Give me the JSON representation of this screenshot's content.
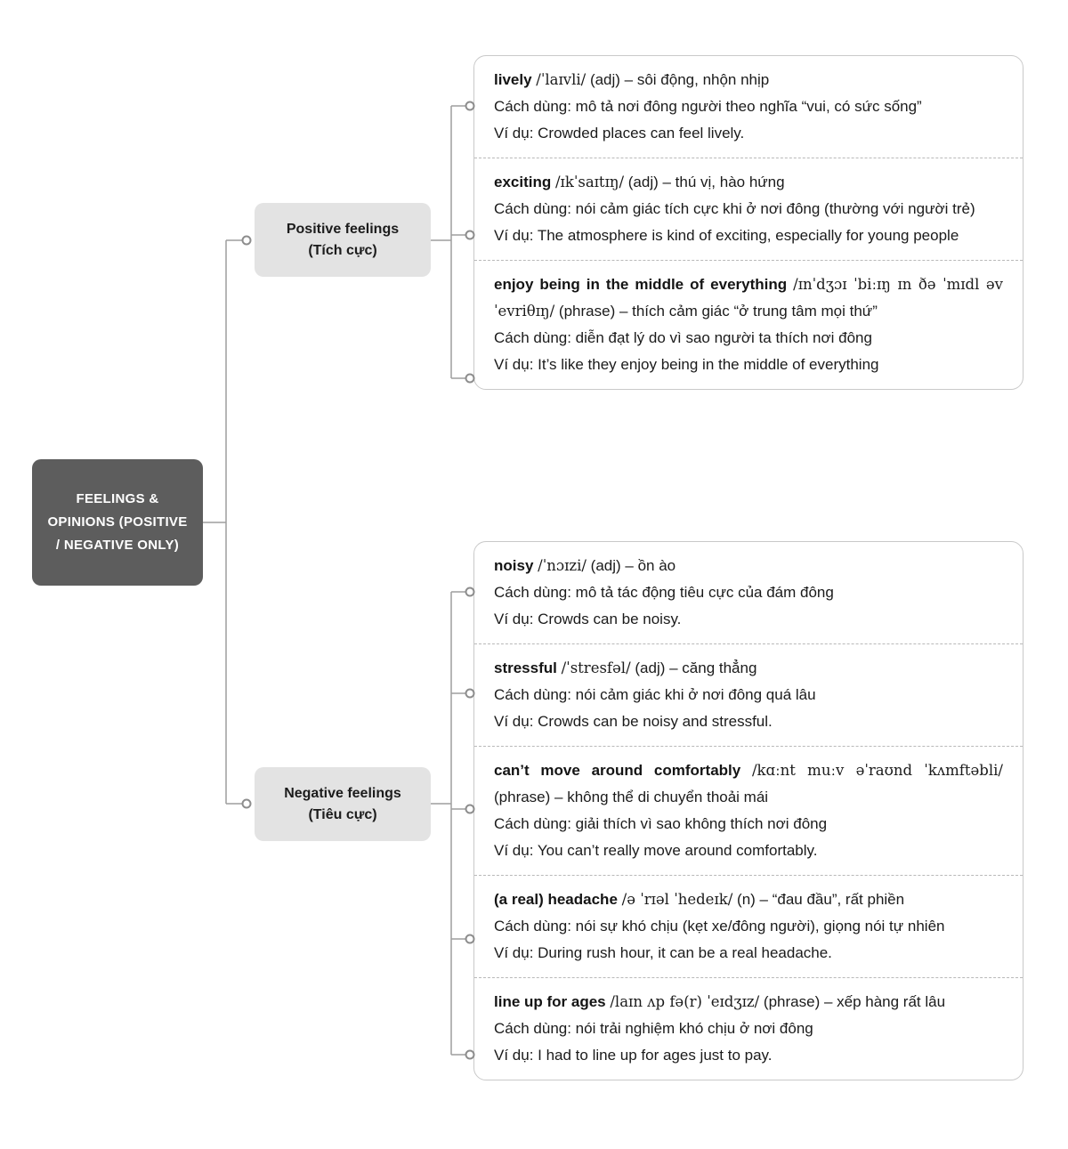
{
  "root": {
    "title": "FEELINGS & OPINIONS (POSITIVE / NEGATIVE ONLY)"
  },
  "branches": {
    "positive": {
      "label": "Positive feelings",
      "sub": "(Tích cực)"
    },
    "negative": {
      "label": "Negative feelings",
      "sub": "(Tiêu cực)"
    }
  },
  "panels": {
    "positive": {
      "entries": [
        {
          "term": "lively",
          "ipa": "/ˈlaɪvli/",
          "gram": "(adj) – sôi động, nhộn nhịp",
          "usage": "Cách dùng: mô tả nơi đông người theo nghĩa “vui, có sức sống”",
          "example": "Ví dụ: Crowded places can feel lively."
        },
        {
          "term": "exciting",
          "ipa": "/ɪkˈsaɪtɪŋ/",
          "gram": "(adj) – thú vị, hào hứng",
          "usage": "Cách dùng: nói cảm giác tích cực khi ở nơi đông (thường với người trẻ)",
          "example": "Ví dụ: The atmosphere is kind of exciting, especially for young people"
        },
        {
          "term": "enjoy being in the middle of everything",
          "ipa": "/ɪnˈdʒɔɪ ˈbiːɪŋ ɪn ðə ˈmɪdl əv ˈevriθɪŋ/",
          "gram": "(phrase) – thích cảm giác “ở trung tâm mọi thứ”",
          "usage": "Cách dùng: diễn đạt lý do vì sao người ta thích nơi đông",
          "example": "Ví dụ: It’s like they enjoy being in the middle of everything"
        }
      ]
    },
    "negative": {
      "entries": [
        {
          "term": "noisy",
          "ipa": "/ˈnɔɪzi/",
          "gram": "(adj) – ồn ào",
          "usage": "Cách dùng: mô tả tác động tiêu cực của đám đông",
          "example": "Ví dụ: Crowds can be noisy."
        },
        {
          "term": "stressful",
          "ipa": "/ˈstresfəl/",
          "gram": "(adj) – căng thẳng",
          "usage": "Cách dùng: nói cảm giác khi ở nơi đông quá lâu",
          "example": "Ví dụ: Crowds can be noisy and stressful."
        },
        {
          "term": "can’t move around comfortably",
          "ipa": "/kɑːnt muːv əˈraʊnd ˈkʌmftəbli/",
          "gram": "(phrase) – không thể di chuyển thoải mái",
          "usage": "Cách dùng: giải thích vì sao không thích nơi đông",
          "example": "Ví dụ: You can’t really move around comfortably."
        },
        {
          "term": "(a real) headache",
          "ipa": "/ə ˈrɪəl ˈhedeɪk/",
          "gram": "(n) – “đau đầu”, rất phiền",
          "usage": "Cách dùng: nói sự khó chịu (kẹt xe/đông người), giọng nói tự nhiên",
          "example": "Ví dụ: During rush hour, it can be a real headache."
        },
        {
          "term": "line up for ages",
          "ipa": "/laɪn ʌp fə(r) ˈeɪdʒɪz/",
          "gram": "(phrase) – xếp hàng rất lâu",
          "usage": "Cách dùng: nói trải nghiệm khó chịu ở nơi đông",
          "example": "Ví dụ: I had to line up for ages just to pay."
        }
      ]
    }
  },
  "colors": {
    "root_bg": "#5d5d5d",
    "branch_bg": "#e3e3e3",
    "panel_border": "#c9c9c9",
    "connector": "#9e9e9e",
    "text": "#1b1b1b"
  }
}
